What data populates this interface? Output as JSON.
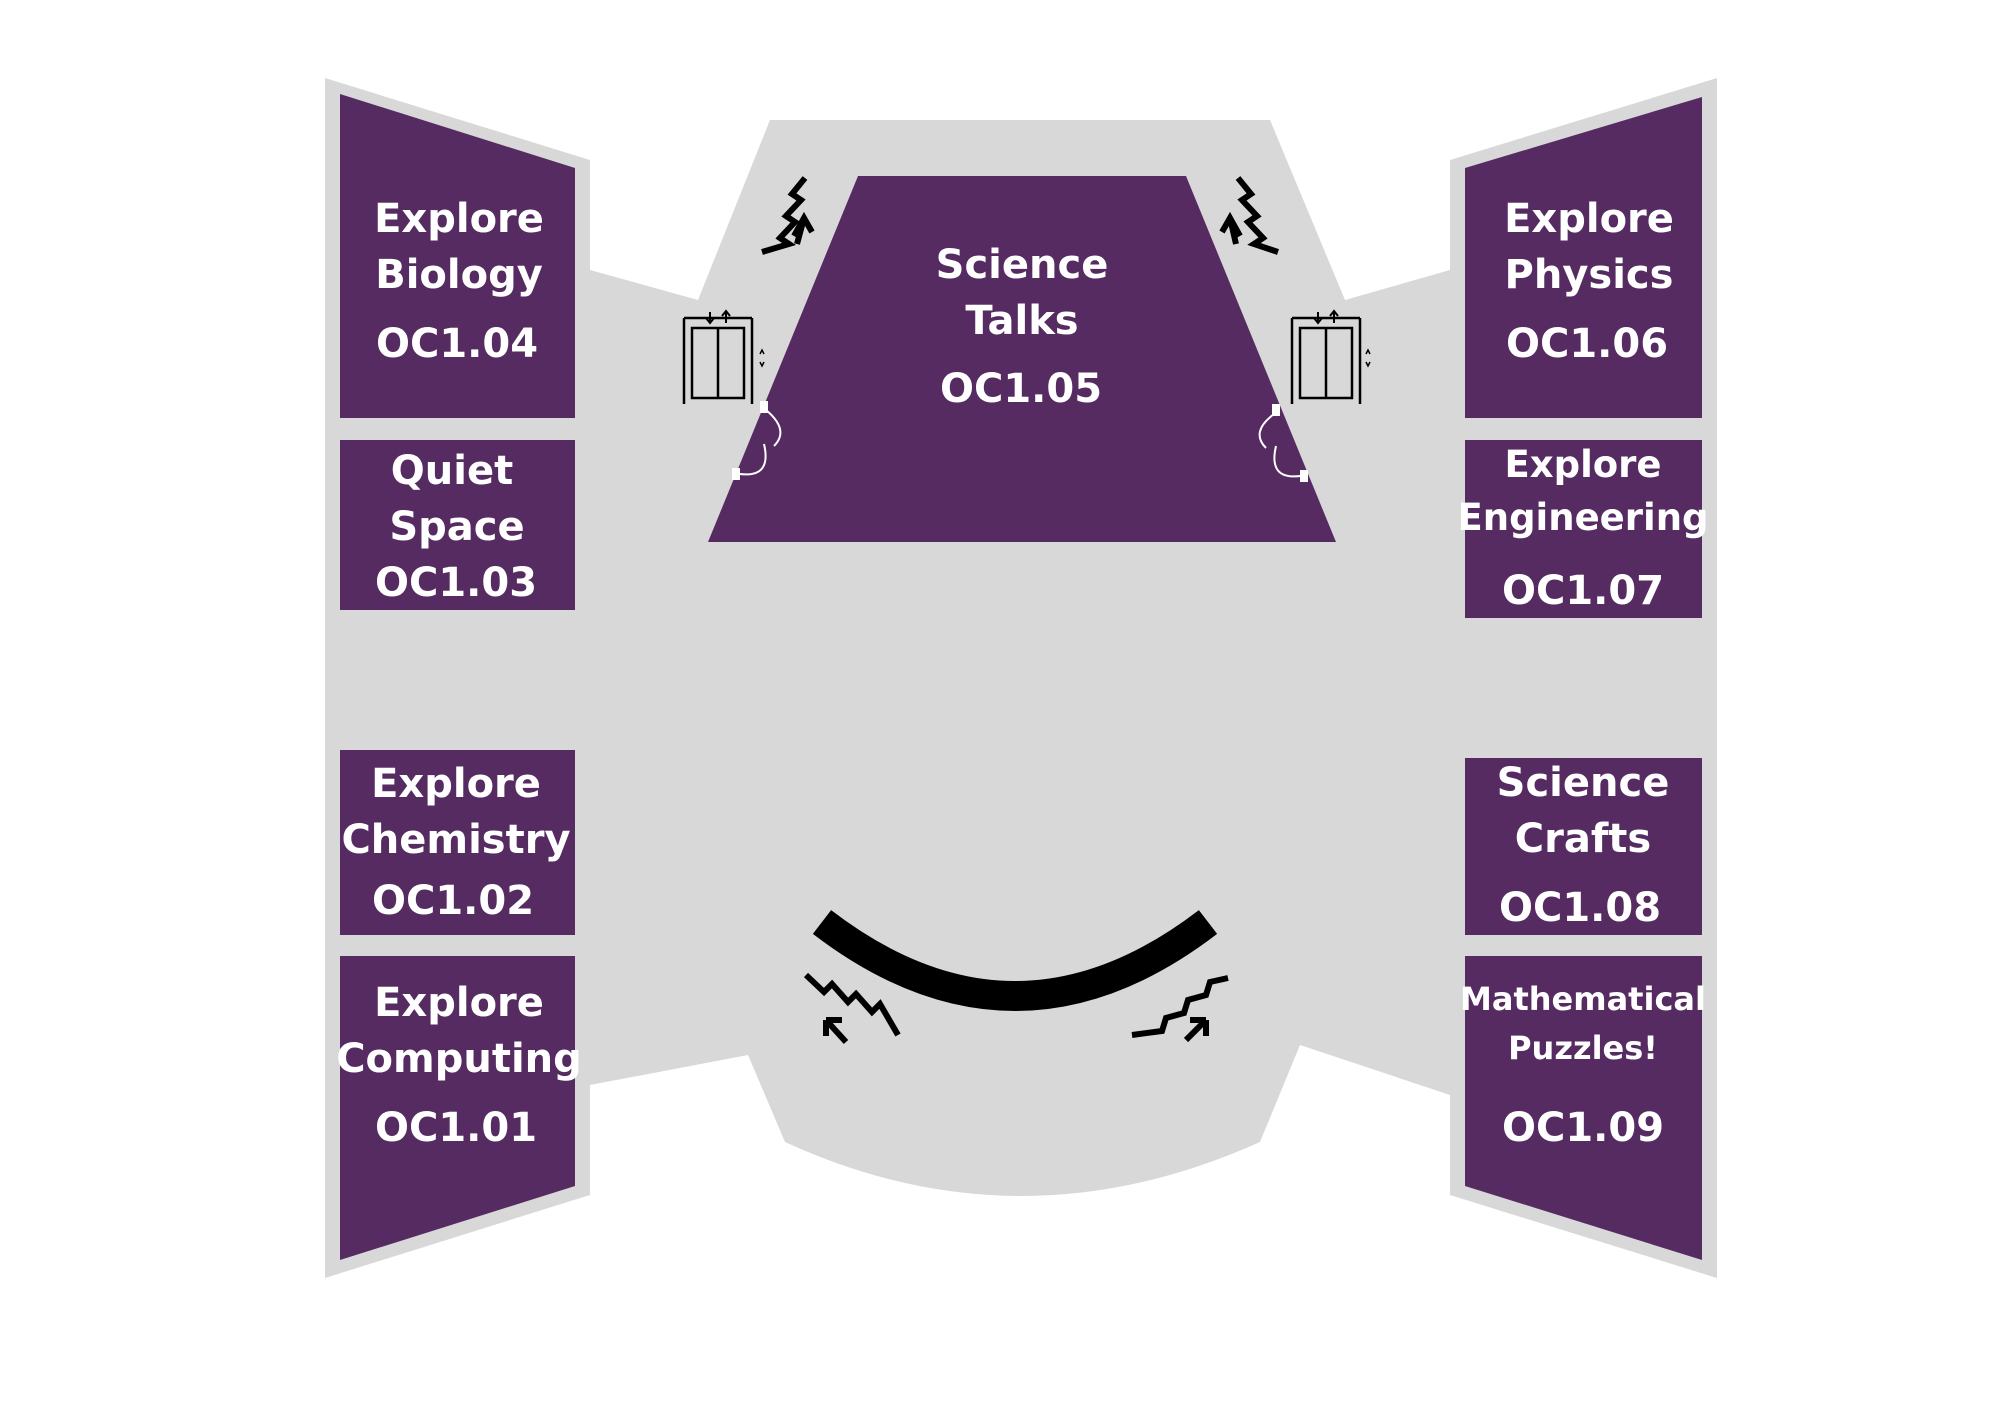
{
  "map": {
    "colors": {
      "room": "#552b61",
      "floor": "#d9d8d9",
      "label": "#ffffff",
      "stairs": "#000000"
    },
    "rooms": [
      {
        "id": "oc1-04",
        "lines": [
          "Explore",
          "Biology"
        ],
        "code": "OC1.04"
      },
      {
        "id": "oc1-03",
        "lines": [
          "Quiet",
          "Space"
        ],
        "code": "OC1.03"
      },
      {
        "id": "oc1-02",
        "lines": [
          "Explore",
          "Chemistry"
        ],
        "code": "OC1.02"
      },
      {
        "id": "oc1-01",
        "lines": [
          "Explore",
          "Computing"
        ],
        "code": "OC1.01"
      },
      {
        "id": "oc1-05",
        "lines": [
          "Science",
          "Talks"
        ],
        "code": "OC1.05"
      },
      {
        "id": "oc1-06",
        "lines": [
          "Explore",
          "Physics"
        ],
        "code": "OC1.06"
      },
      {
        "id": "oc1-07",
        "lines": [
          "Explore",
          "Engineering"
        ],
        "code": "OC1.07"
      },
      {
        "id": "oc1-08",
        "lines": [
          "Science",
          "Crafts"
        ],
        "code": "OC1.08"
      },
      {
        "id": "oc1-09",
        "lines": [
          "Mathematical",
          "Puzzles!"
        ],
        "code": "OC1.09"
      }
    ],
    "icons": [
      "stairs-icon",
      "elevator-icon",
      "door-icon"
    ]
  }
}
